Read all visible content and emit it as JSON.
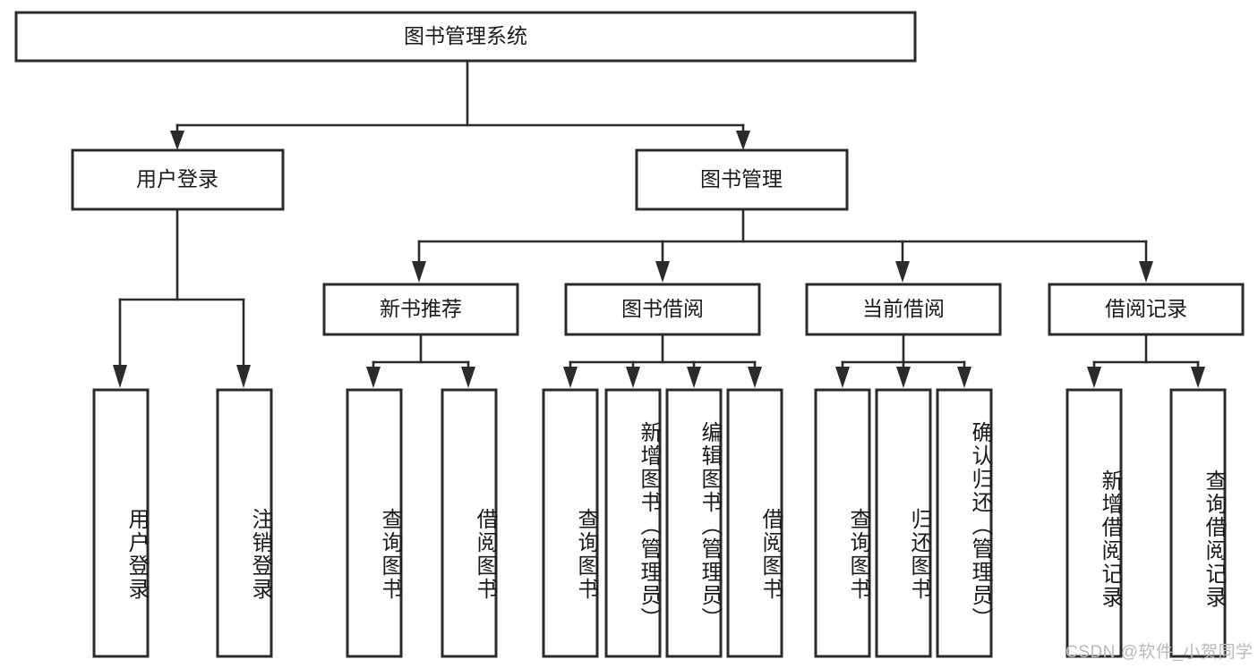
{
  "diagram": {
    "title": "图书管理系统",
    "type": "tree-hierarchy",
    "colors": {
      "box_stroke": "#2b2b2b",
      "box_fill": "#ffffff",
      "connector": "#2b2b2b",
      "text": "#1a1a1a",
      "watermark": "#b9b9b9",
      "background": "#ffffff"
    },
    "root": {
      "label": "图书管理系统",
      "id": "root-book-management-system"
    },
    "level2": [
      {
        "id": "user-login",
        "label": "用户登录"
      },
      {
        "id": "book-management",
        "label": "图书管理"
      }
    ],
    "level3": [
      {
        "id": "new-book-recommend",
        "label": "新书推荐",
        "parent": "book-management"
      },
      {
        "id": "book-borrow",
        "label": "图书借阅",
        "parent": "book-management"
      },
      {
        "id": "current-borrow",
        "label": "当前借阅",
        "parent": "book-management"
      },
      {
        "id": "borrow-record",
        "label": "借阅记录",
        "parent": "book-management"
      }
    ],
    "leaves": {
      "user-login": [
        {
          "id": "leaf-user-login",
          "label": "用户登录"
        },
        {
          "id": "leaf-logout-login",
          "label": "注销登录"
        }
      ],
      "new-book-recommend": [
        {
          "id": "leaf-query-book-1",
          "label": "查询图书"
        },
        {
          "id": "leaf-borrow-book-1",
          "label": "借阅图书"
        }
      ],
      "book-borrow": [
        {
          "id": "leaf-query-book-2",
          "label": "查询图书"
        },
        {
          "id": "leaf-add-book-admin",
          "label": "新增图书（管理员）"
        },
        {
          "id": "leaf-edit-book-admin",
          "label": "编辑图书（管理员）"
        },
        {
          "id": "leaf-borrow-book-2",
          "label": "借阅图书"
        }
      ],
      "current-borrow": [
        {
          "id": "leaf-query-book-3",
          "label": "查询图书"
        },
        {
          "id": "leaf-return-book",
          "label": "归还图书"
        },
        {
          "id": "leaf-confirm-return-admin",
          "label": "确认归还（管理员）"
        }
      ],
      "borrow-record": [
        {
          "id": "leaf-add-borrow-record",
          "label": "新增借阅记录"
        },
        {
          "id": "leaf-query-borrow-record",
          "label": "查询借阅记录"
        }
      ]
    },
    "watermark": "CSDN @软件_小贺同学"
  }
}
